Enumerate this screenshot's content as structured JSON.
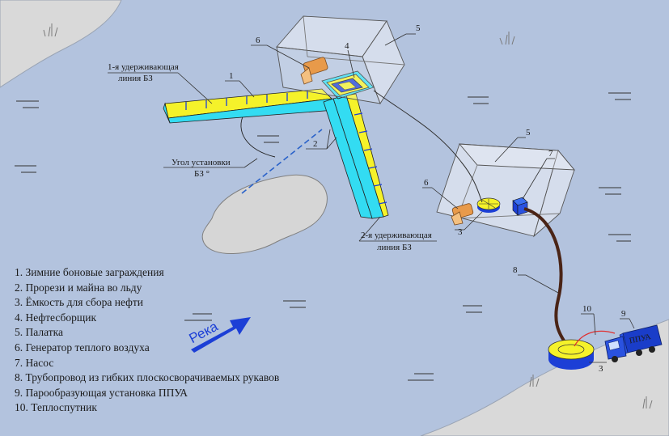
{
  "callouts": {
    "n1": "1",
    "n2": "2",
    "n3a": "3",
    "n3b": "3",
    "n4": "4",
    "n5a": "5",
    "n5b": "5",
    "n6a": "6",
    "n6b": "6",
    "n7": "7",
    "n8": "8",
    "n9": "9",
    "n10": "10"
  },
  "labels": {
    "line1_a": "1-я удерживающая",
    "line1_b": "линия БЗ",
    "angle_a": "Угол установки",
    "angle_b": "БЗ °",
    "line2_a": "2-я удерживающая",
    "line2_b": "линия БЗ",
    "river": "Река",
    "truck": "ППУА"
  },
  "legend": [
    "1. Зимние боновые заграждения",
    "2. Прорези и майна во льду",
    "3. Ёмкость для сбора нефти",
    "4. Нефтесборщик",
    "5. Палатка",
    "6. Генератор теплого воздуха",
    "7. Насос",
    "8. Трубопровод из гибких плоскосворачиваемых рукавов",
    "9. Парообразующая установка ППУА",
    "10. Теплоспутник"
  ],
  "colors": {
    "ice": "#b3c3de",
    "shore": "#d9d9d9",
    "boom_yellow": "#f5f22a",
    "cut_cyan": "#33dcf2",
    "arrow_blue": "#1c3fd6",
    "hose": "#4a2416",
    "truck_blue": "#1a3dc9"
  }
}
